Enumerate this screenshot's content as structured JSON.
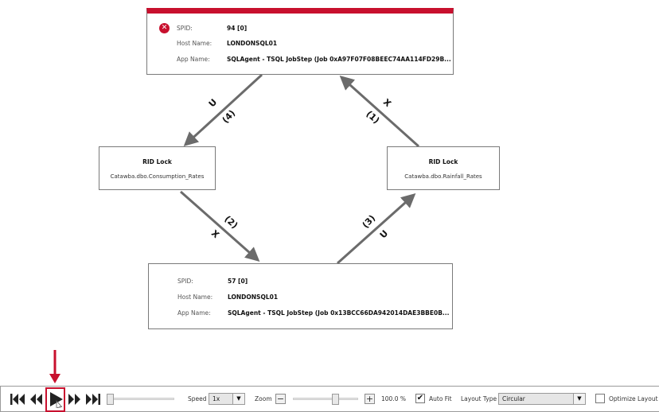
{
  "graph": {
    "processes": [
      {
        "id": "top",
        "is_victim": true,
        "victim_icon": "error-x-icon",
        "spid_label": "SPID:",
        "spid": "94 [0]",
        "host_label": "Host Name:",
        "host": "LONDONSQL01",
        "app_label": "App Name:",
        "app": "SQLAgent - TSQL JobStep (Job 0xA97F07F08BEEC74AA114FD29B..."
      },
      {
        "id": "bottom",
        "is_victim": false,
        "spid_label": "SPID:",
        "spid": "57 [0]",
        "host_label": "Host Name:",
        "host": "LONDONSQL01",
        "app_label": "App Name:",
        "app": "SQLAgent - TSQL JobStep (Job 0x13BCC66DA942014DAE3BBE0B..."
      }
    ],
    "locks": [
      {
        "id": "left",
        "title": "RID Lock",
        "object": "Catawba.dbo.Consumption_Rates"
      },
      {
        "id": "right",
        "title": "RID Lock",
        "object": "Catawba.dbo.Rainfall_Rates"
      }
    ],
    "edges": [
      {
        "order": "(1)",
        "mode": "X",
        "from": "right-lock",
        "to": "top-process"
      },
      {
        "order": "(2)",
        "mode": "X",
        "from": "left-lock",
        "to": "bottom-process"
      },
      {
        "order": "(3)",
        "mode": "U",
        "from": "bottom-process",
        "to": "right-lock"
      },
      {
        "order": "(4)",
        "mode": "U",
        "from": "top-process",
        "to": "left-lock"
      }
    ],
    "colors": {
      "victim": "#c8102e",
      "edge": "#6b6b6b",
      "border": "#7a7a7a"
    }
  },
  "toolbar": {
    "buttons": [
      {
        "name": "skip-to-start",
        "icon": "skip-start-icon"
      },
      {
        "name": "step-back",
        "icon": "rewind-icon"
      },
      {
        "name": "play",
        "icon": "play-icon",
        "highlighted": true
      },
      {
        "name": "step-forward",
        "icon": "fast-forward-icon"
      },
      {
        "name": "skip-to-end",
        "icon": "skip-end-icon"
      }
    ],
    "speed_label": "Speed",
    "speed_value": "1x",
    "zoom_label": "Zoom",
    "zoom_minus": "−",
    "zoom_plus": "+",
    "zoom_value": "100.0 %",
    "autofit_label": "Auto Fit",
    "autofit_checked": true,
    "autofit_check": "✔",
    "layout_type_label": "Layout Type",
    "layout_type_value": "Circular",
    "optimize_label": "Optimize Layout",
    "optimize_checked": false,
    "caret": "▼"
  },
  "annotation": {
    "arrow_color": "#c8102e",
    "target": "play-button"
  }
}
